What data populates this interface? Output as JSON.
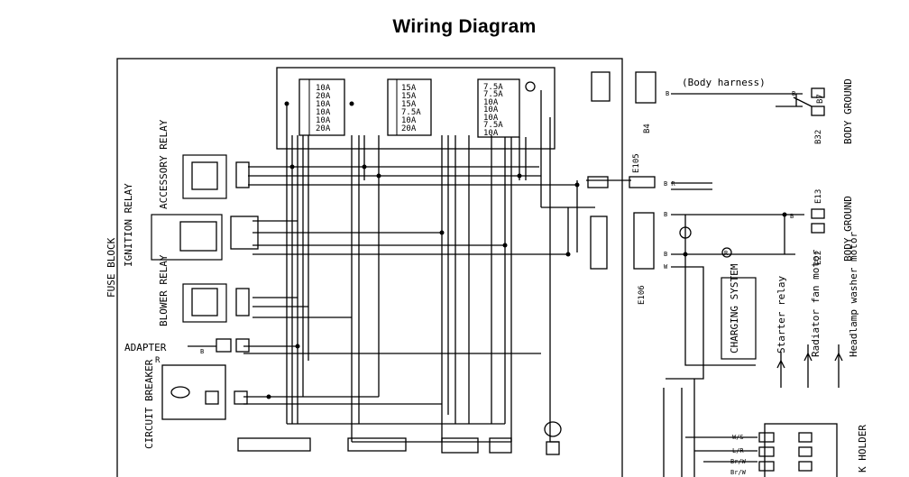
{
  "title": "Wiring Diagram",
  "labels": {
    "fuse_block": "FUSE BLOCK",
    "ignition_relay": "IGNITION RELAY",
    "accessory_relay": "ACCESSORY RELAY",
    "blower_relay": "BLOWER RELAY",
    "adapter": "ADAPTER",
    "circuit_breaker": "CIRCUIT BREAKER",
    "body_harness": "(Body harness)",
    "body_ground_1": "BODY GROUND",
    "body_ground_2": "BODY GROUND",
    "charging_system": "CHARGING SYSTEM",
    "starter_relay": "Starter relay",
    "radiator_fan_motor": "Radiator fan motor",
    "headlamp_washer_motor": "Headlamp washer motor",
    "fuse_holder": "K HOLDER",
    "registered": "R"
  },
  "connectors": {
    "b7": "B7",
    "b4": "B4",
    "b32": "B32",
    "e105": "E105",
    "e13": "E13",
    "e22": "E22",
    "e106": "E106"
  },
  "fuses": {
    "group1": [
      "10A",
      "20A",
      "10A",
      "10A",
      "10A",
      "20A"
    ],
    "group2": [
      "15A",
      "15A",
      "15A",
      "7.5A",
      "10A",
      "20A"
    ],
    "group3": [
      "7.5A",
      "7.5A",
      "10A",
      "10A",
      "10A",
      "7.5A",
      "10A"
    ]
  },
  "wire_codes": {
    "b": "B",
    "br1": "B R",
    "b_a": "B",
    "b_b": "B",
    "b_c": "B",
    "b_d": "B",
    "w": "W",
    "ws": "W/S",
    "lr": "L/R",
    "brw": "Br/W",
    "brw2": "Br/W",
    "b_adapter": "B",
    "r": "R"
  }
}
